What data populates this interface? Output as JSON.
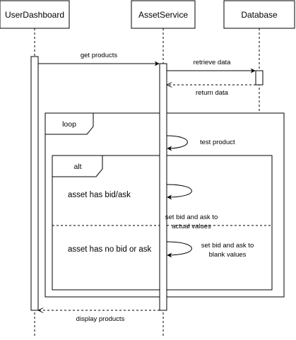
{
  "participants": {
    "user_dashboard": "UserDashboard",
    "asset_service": "AssetService",
    "database": "Database"
  },
  "messages": {
    "get_products": "get products",
    "retrieve_data": "retrieve data",
    "return_data": "return data",
    "test_product": "test product",
    "set_actual_line1": "set bid and ask to",
    "set_actual_line2": "actual values",
    "set_blank_line1": "set bid and ask to",
    "set_blank_line2": "blank values",
    "display_products": "display products"
  },
  "fragments": {
    "loop_label": "loop",
    "alt_label": "alt",
    "guard_has_bid_ask": "asset has bid/ask",
    "guard_no_bid_ask": "asset has no bid or ask"
  }
}
